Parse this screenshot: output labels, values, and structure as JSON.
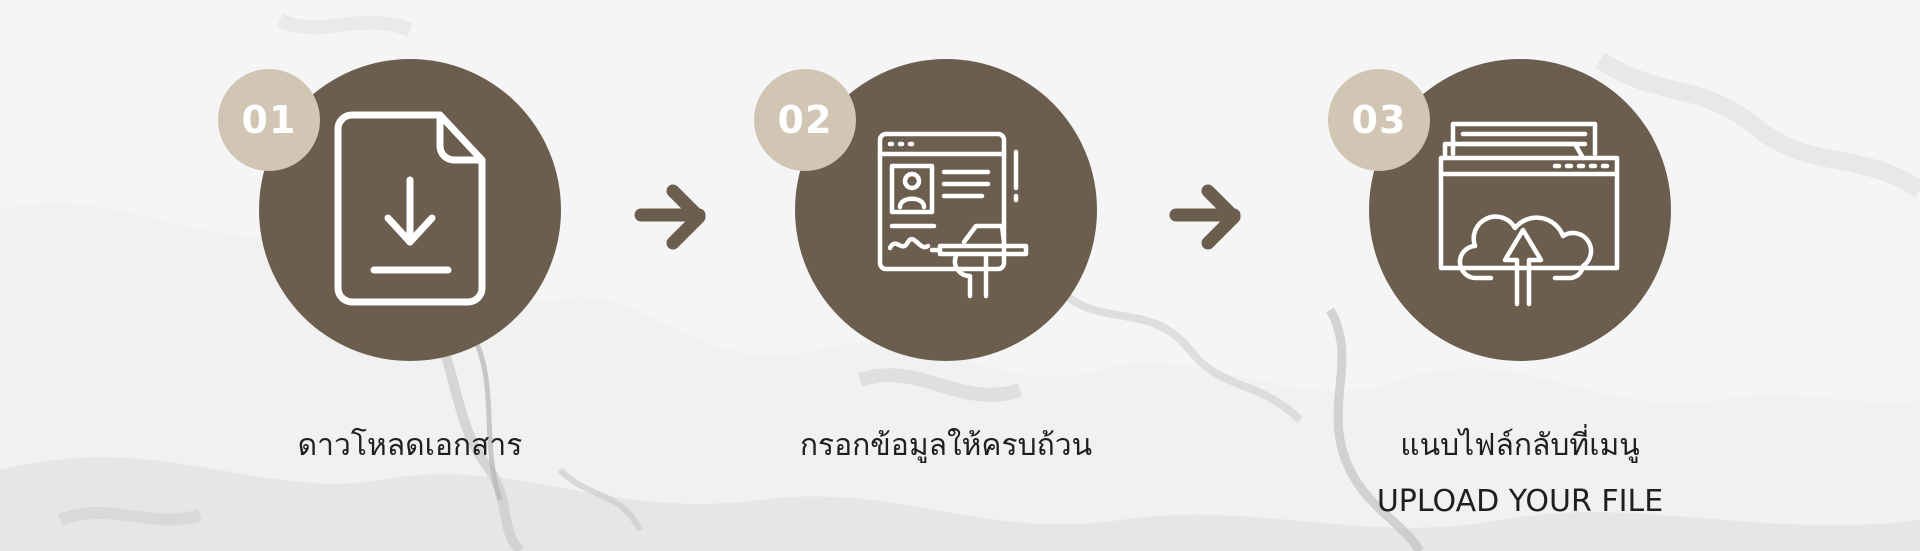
{
  "steps": [
    {
      "number": "01",
      "icon": "document-download-icon",
      "label": "ดาวโหลดเอกสาร"
    },
    {
      "number": "02",
      "icon": "form-fill-icon",
      "label": "กรอกข้อมูลให้ครบถ้วน"
    },
    {
      "number": "03",
      "icon": "folder-cloud-upload-icon",
      "label": "แนบไฟล์กลับที่เมนู",
      "sublabel": "UPLOAD YOUR FILE"
    }
  ],
  "arrows": [
    "arrow-right-icon",
    "arrow-right-icon"
  ],
  "colors": {
    "circle": "#6b5e4e",
    "badge": "#d0c6b3",
    "text": "#1f1f1f",
    "background": "#f4f4f4"
  }
}
